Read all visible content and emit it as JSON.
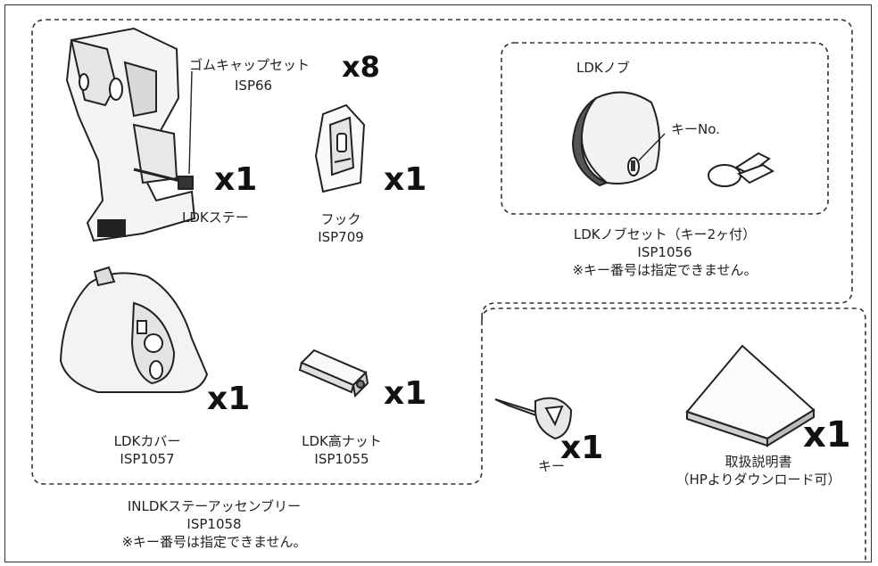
{
  "parts": {
    "rubber_cap": {
      "name": "ゴムキャップセット",
      "qty": "x8",
      "code": "ISP66"
    },
    "stay": {
      "name": "LDKステー",
      "qty": "x1"
    },
    "hook": {
      "name": "フック",
      "code": "ISP709",
      "qty": "x1"
    },
    "knob": {
      "name": "LDKノブ",
      "key_no": "キーNo."
    },
    "knob_set": {
      "name": "LDKノブセット（キー2ヶ付）",
      "code": "ISP1056",
      "note": "※キー番号は指定できません。"
    },
    "cover": {
      "name": "LDKカバー",
      "code": "ISP1057",
      "qty": "x1"
    },
    "nut": {
      "name": "LDK高ナット",
      "code": "ISP1055",
      "qty": "x1"
    },
    "assembly": {
      "name": "INLDKステーアッセンブリー",
      "code": "ISP1058",
      "note": "※キー番号は指定できません。"
    },
    "key": {
      "name": "キー",
      "qty": "x1"
    },
    "manual": {
      "name": "取扱説明書",
      "sub": "（HPよりダウンロード可）",
      "qty": "x1"
    }
  },
  "icons": [
    "stay-bracket-icon",
    "hook-icon",
    "knob-icon",
    "key-ring-icon",
    "cover-icon",
    "nut-icon",
    "key-icon",
    "manual-icon"
  ]
}
